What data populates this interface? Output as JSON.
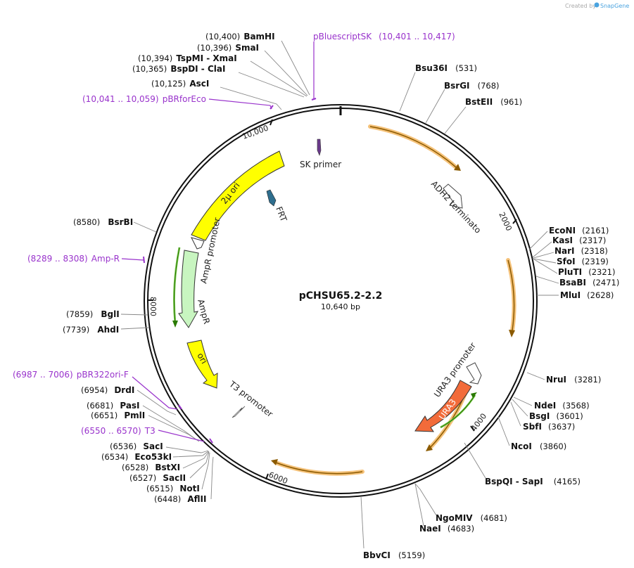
{
  "watermark": {
    "prefix": "Created by",
    "brand": "SnapGene"
  },
  "plasmid": {
    "name": "pCHSU65.2-2.2",
    "size": "10,640 bp"
  },
  "ticks": [
    "2000",
    "4000",
    "6000",
    "8000",
    "10,000"
  ],
  "sites": {
    "bamhi": {
      "pos": "(10,400)",
      "name": "BamHI"
    },
    "smai": {
      "pos": "(10,396)",
      "name": "SmaI"
    },
    "tspmi": {
      "pos": "(10,394)",
      "name": "TspMI",
      "alt": "XmaI"
    },
    "bspdi": {
      "pos": "(10,365)",
      "name": "BspDI",
      "alt": "ClaI"
    },
    "asci": {
      "pos": "(10,125)",
      "name": "AscI"
    },
    "bsu36i": {
      "name": "Bsu36I",
      "pos": "(531)"
    },
    "bsrgi": {
      "name": "BsrGI",
      "pos": "(768)"
    },
    "bsteii": {
      "name": "BstEII",
      "pos": "(961)"
    },
    "econi": {
      "name": "EcoNI",
      "pos": "(2161)"
    },
    "kasi": {
      "name": "KasI",
      "pos": "(2317)"
    },
    "nari": {
      "name": "NarI",
      "pos": "(2318)"
    },
    "sfoi": {
      "name": "SfoI",
      "pos": "(2319)"
    },
    "pluti": {
      "name": "PluTI",
      "pos": "(2321)"
    },
    "bsabi": {
      "name": "BsaBI",
      "pos": "(2471)"
    },
    "mlui": {
      "name": "MluI",
      "pos": "(2628)"
    },
    "nrui": {
      "name": "NruI",
      "pos": "(3281)"
    },
    "ndei": {
      "name": "NdeI",
      "pos": "(3568)"
    },
    "bsgi": {
      "name": "BsgI",
      "pos": "(3601)"
    },
    "sbfi": {
      "name": "SbfI",
      "pos": "(3637)"
    },
    "ncoi": {
      "name": "NcoI",
      "pos": "(3860)"
    },
    "bspqi": {
      "name": "BspQI",
      "alt": "SapI",
      "pos": "(4165)"
    },
    "ngomiv": {
      "name": "NgoMIV",
      "pos": "(4681)"
    },
    "naei": {
      "name": "NaeI",
      "pos": "(4683)"
    },
    "bbvci": {
      "name": "BbvCI",
      "pos": "(5159)"
    },
    "bsrbi": {
      "pos": "(8580)",
      "name": "BsrBI"
    },
    "bgli": {
      "pos": "(7859)",
      "name": "BglI"
    },
    "ahdi": {
      "pos": "(7739)",
      "name": "AhdI"
    },
    "drdi": {
      "pos": "(6954)",
      "name": "DrdI"
    },
    "pasi": {
      "pos": "(6681)",
      "name": "PasI"
    },
    "pmli": {
      "pos": "(6651)",
      "name": "PmlI"
    },
    "saci": {
      "pos": "(6536)",
      "name": "SacI"
    },
    "eco53ki": {
      "pos": "(6534)",
      "name": "Eco53kI"
    },
    "bstxi": {
      "pos": "(6528)",
      "name": "BstXI"
    },
    "sacii": {
      "pos": "(6527)",
      "name": "SacII"
    },
    "noti": {
      "pos": "(6515)",
      "name": "NotI"
    },
    "aflii": {
      "pos": "(6448)",
      "name": "AflII"
    }
  },
  "primers": {
    "pbluescript": {
      "name": "pBluescriptSK",
      "range": "(10,401 .. 10,417)"
    },
    "pbrforeco": {
      "range": "(10,041 .. 10,059)",
      "name": "pBRforEco"
    },
    "ampr": {
      "range": "(8289 .. 8308)",
      "name": "Amp-R"
    },
    "pbr322": {
      "range": "(6987 .. 7006)",
      "name": "pBR322ori-F"
    },
    "t3": {
      "range": "(6550 .. 6570)",
      "name": "T3"
    }
  },
  "features": {
    "sk_primer": "SK primer",
    "adh2": "ADH2 terminator",
    "frt": "FRT",
    "two_micron": "2μ ori",
    "ampr_promoter": "AmpR promoter",
    "ampr": "AmpR",
    "ori": "ori",
    "t3_promoter": "T3 promoter",
    "ura3_promoter": "URA3 promoter",
    "ura3": "URA3"
  },
  "colors": {
    "orf": "#f5c27a",
    "orf_stroke": "#b87d1e",
    "orf_arrow": "#8b5a00",
    "origin": "#ffff00",
    "ampr": "#c8f5c0",
    "ura3": "#f26b3a",
    "primer": "#9933cc",
    "frt": "#2e6e8e"
  }
}
